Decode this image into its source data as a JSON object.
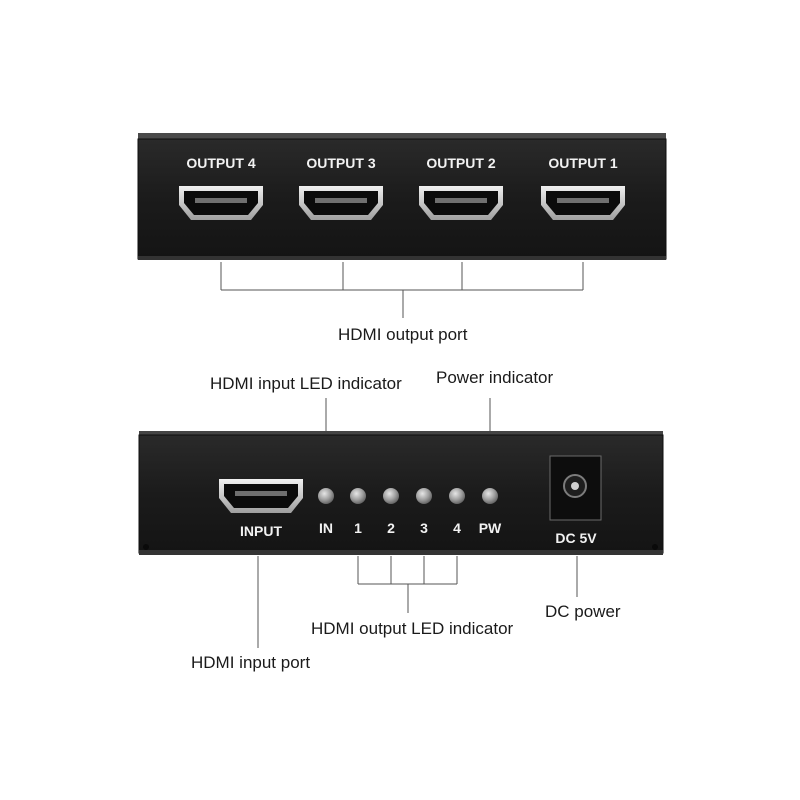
{
  "top_panel": {
    "ports": [
      {
        "label": "OUTPUT 4"
      },
      {
        "label": "OUTPUT 3"
      },
      {
        "label": "OUTPUT 2"
      },
      {
        "label": "OUTPUT 1"
      }
    ]
  },
  "bottom_panel": {
    "input_label": "INPUT",
    "leds": [
      {
        "label": "IN"
      },
      {
        "label": "1"
      },
      {
        "label": "2"
      },
      {
        "label": "3"
      },
      {
        "label": "4"
      },
      {
        "label": "PW"
      }
    ],
    "dc_label": "DC 5V"
  },
  "callouts": {
    "hdmi_output_port": "HDMI output port",
    "hdmi_input_led": "HDMI input LED indicator",
    "power_indicator": "Power indicator",
    "hdmi_output_led": "HDMI output LED indicator",
    "dc_power": "DC power",
    "hdmi_input_port": "HDMI input port"
  },
  "colors": {
    "panel_face": "#1c1c1c",
    "panel_edge": "#3a3a3a",
    "panel_label": "#f2f2f2",
    "port_opening": "#0b0b0b",
    "port_rim": "#d9d9d9",
    "led": "#9a9a9a",
    "line": "#555555"
  }
}
